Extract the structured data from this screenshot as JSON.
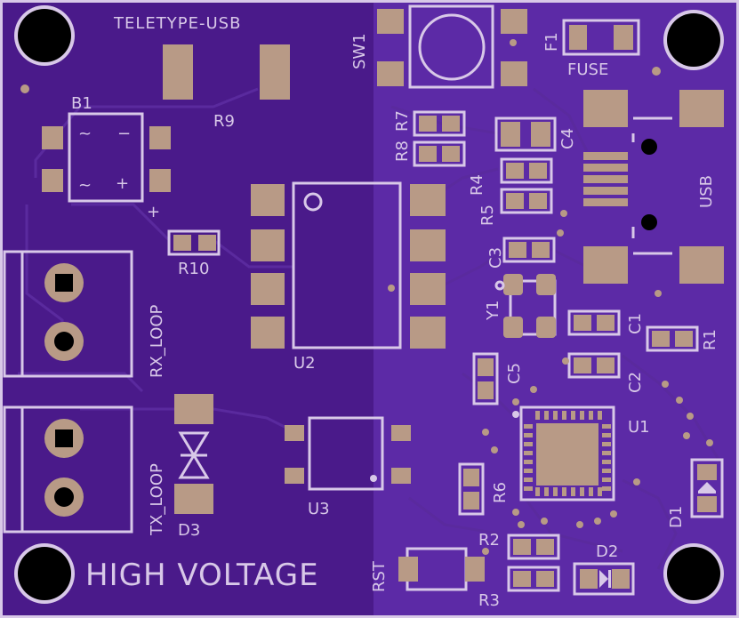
{
  "board": {
    "title": "TELETYPE-USB",
    "warning": "HIGH VOLTAGE",
    "colors": {
      "mask": "#4a1a8a",
      "mask_right": "#5c2aa6",
      "silk": "#d8c8e8",
      "copper": "#b89a86"
    }
  },
  "labels": {
    "sw1": "SW1",
    "f1": "F1",
    "fuse": "FUSE",
    "b1": "B1",
    "r9": "R9",
    "r7": "R7",
    "r8": "R8",
    "c4": "C4",
    "r4": "R4",
    "r5": "R5",
    "usb": "USB",
    "r10": "R10",
    "c3": "C3",
    "rx_loop": "RX_LOOP",
    "u2": "U2",
    "y1": "Y1",
    "c1": "C1",
    "r1": "R1",
    "c5": "C5",
    "c2": "C2",
    "u1": "U1",
    "tx_loop": "TX_LOOP",
    "u3": "U3",
    "r6": "R6",
    "d1": "D1",
    "d3": "D3",
    "r2": "R2",
    "d2": "D2",
    "rst": "RST",
    "r3": "R3",
    "b1_ac1": "~",
    "b1_ac2": "~",
    "b1_minus": "−",
    "b1_plus": "+",
    "plus_mark": "+"
  }
}
